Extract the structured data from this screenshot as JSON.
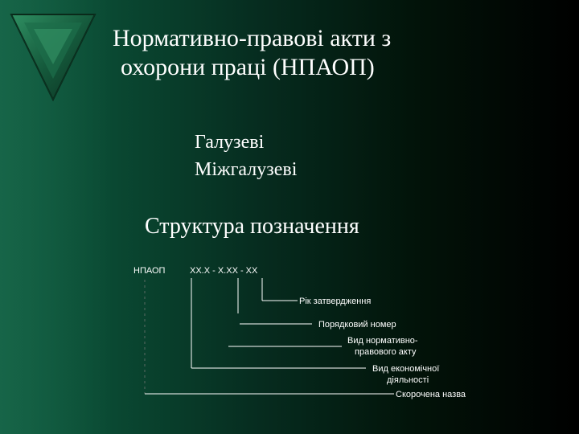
{
  "title": {
    "line1": "Нормативно-правові акти з",
    "line2": "охорони праці (НПАОП)"
  },
  "bullets": [
    {
      "symbol": "",
      "text": "Галузеві"
    },
    {
      "symbol": "",
      "text": "Міжгалузеві"
    }
  ],
  "subtitle": "Структура позначення",
  "diagram": {
    "code_label": "НПАОП",
    "code_format": "ХХ.Х - Х.ХХ - ХХ",
    "labels": {
      "year": "Рік затвердження",
      "serial": "Порядковий номер",
      "doc_type_1": "Вид нормативно-",
      "doc_type_2": "правового акту",
      "activity_1": "Вид економічної",
      "activity_2": "діяльності",
      "short_name": "Скорочена назва"
    }
  },
  "colors": {
    "background_left": "#0e5a3e",
    "background_right": "#000000",
    "text": "#ffffff"
  }
}
